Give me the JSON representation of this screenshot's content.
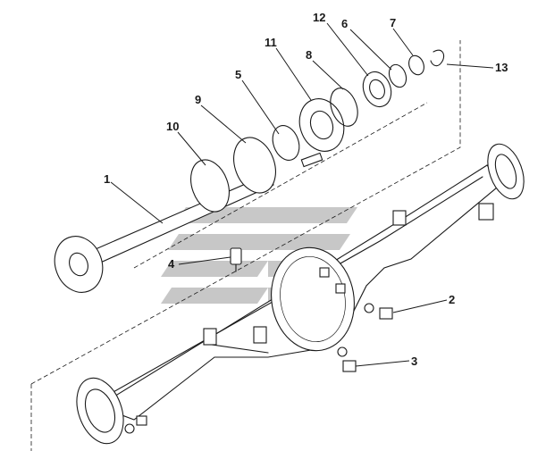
{
  "callouts": [
    {
      "id": "c1",
      "text": "1"
    },
    {
      "id": "c2",
      "text": "2"
    },
    {
      "id": "c3",
      "text": "3"
    },
    {
      "id": "c4",
      "text": "4"
    },
    {
      "id": "c5",
      "text": "5"
    },
    {
      "id": "c6",
      "text": "6"
    },
    {
      "id": "c7",
      "text": "7"
    },
    {
      "id": "c8",
      "text": "8"
    },
    {
      "id": "c9",
      "text": "9"
    },
    {
      "id": "c10",
      "text": "10"
    },
    {
      "id": "c11",
      "text": "11"
    },
    {
      "id": "c12",
      "text": "12"
    },
    {
      "id": "c13",
      "text": "13"
    }
  ],
  "colors": {
    "line": "#1a1a1a",
    "watermark": "#9a9a9a",
    "background": "#ffffff"
  }
}
